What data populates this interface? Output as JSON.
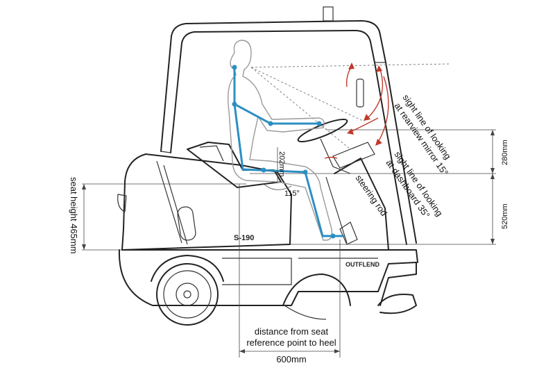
{
  "labels": {
    "seat_height": "seat height 465mm",
    "distance_line1": "distance from seat",
    "distance_line2": "reference point to heel",
    "distance_value": "600mm",
    "height_280": "280mm",
    "height_520": "520mm",
    "vertical_202": "202mm",
    "angle_115": "115°",
    "steering_rod": "steering rod",
    "rearview_line1": "sight line of looking",
    "rearview_line2": "at rearview mirror 15°",
    "dashboard_line1": "sight line of looking",
    "dashboard_line2": "at dashboard 35°",
    "model": "S-190",
    "brand": "OUTFLEND"
  },
  "colors": {
    "skeleton": "#2b8fc2",
    "sight_arrows": "#c0392b",
    "outline": "#222222"
  }
}
